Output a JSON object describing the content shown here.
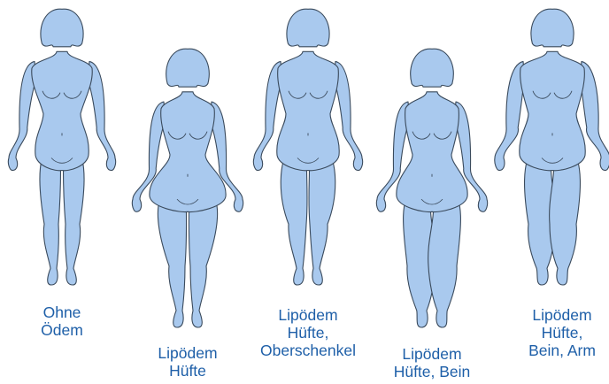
{
  "colors": {
    "body_fill": "#a9c9ee",
    "outline": "#3a4a5c",
    "label": "#1e5fa8"
  },
  "figures": [
    {
      "id": "ohne-oedem",
      "label_lines": [
        "Ohne",
        "Ödem"
      ]
    },
    {
      "id": "lipoedem-huefte",
      "label_lines": [
        "Lipödem",
        "Hüfte"
      ]
    },
    {
      "id": "lipoedem-huefte-oberschenkel",
      "label_lines": [
        "Lipödem",
        "Hüfte,",
        "Oberschenkel"
      ]
    },
    {
      "id": "lipoedem-huefte-bein",
      "label_lines": [
        "Lipödem",
        "Hüfte, Bein"
      ]
    },
    {
      "id": "lipoedem-huefte-bein-arm",
      "label_lines": [
        "Lipödem",
        "Hüfte,",
        "Bein, Arm"
      ]
    }
  ]
}
